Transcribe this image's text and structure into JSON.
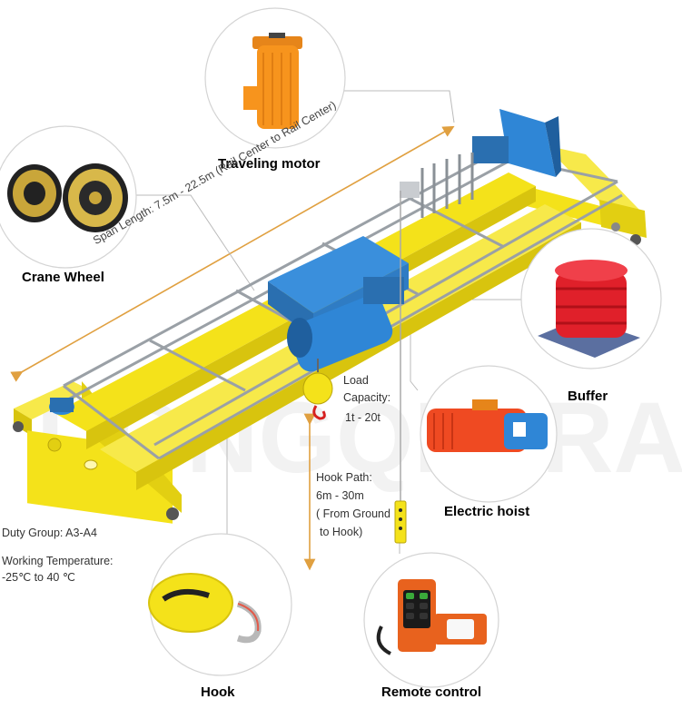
{
  "components": {
    "traveling_motor": "Traveling motor",
    "crane_wheel": "Crane Wheel",
    "buffer": "Buffer",
    "electric_hoist": "Electric hoist",
    "hook": "Hook",
    "remote_control": "Remote control"
  },
  "annotations": {
    "span_length": "Span Length: 7.5m - 22.5m (Rail Center to Rail Center)",
    "load_capacity_label": "Load",
    "load_capacity_label2": "Capacity:",
    "load_capacity_value": "1t - 20t",
    "hook_path_line1": "Hook Path:",
    "hook_path_line2": "6m - 30m",
    "hook_path_line3": "( From Ground",
    "hook_path_line4": "to Hook)",
    "duty_group": "Duty Group: A3-A4",
    "working_temperature_label": "Working Temperature:",
    "working_temperature_value": "-25℃ to 40 ℃"
  },
  "colors": {
    "crane_yellow": "#f4e21a",
    "hoist_blue": "#2f86d6",
    "motor_orange": "#f7941d",
    "buffer_red": "#e0202a",
    "dim_line_orange": "#e0a040"
  }
}
